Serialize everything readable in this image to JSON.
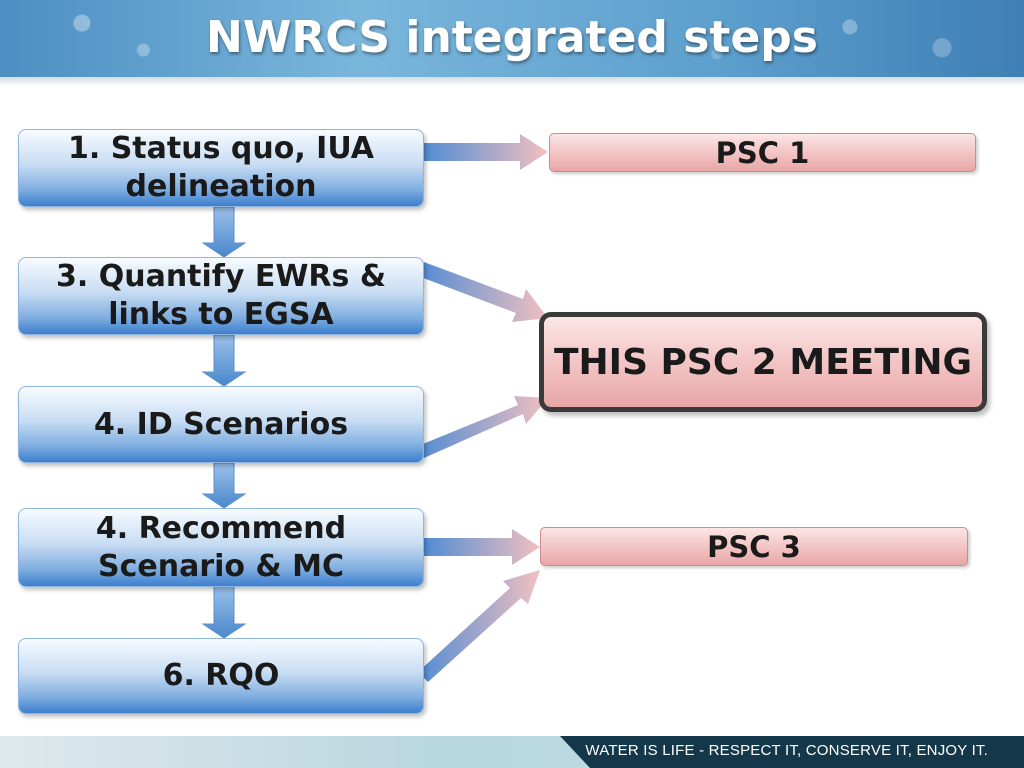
{
  "header": {
    "title": "NWRCS integrated steps"
  },
  "steps": [
    {
      "lines": [
        "1. Status quo, IUA",
        "delineation"
      ]
    },
    {
      "lines": [
        "3. Quantify EWRs &",
        "links to EGSA"
      ]
    },
    {
      "lines": [
        "4. ID Scenarios"
      ]
    },
    {
      "lines": [
        "4. Recommend",
        "Scenario & MC"
      ]
    },
    {
      "lines": [
        "6. RQO"
      ]
    }
  ],
  "meetings": {
    "psc1": "PSC 1",
    "psc2": "THIS PSC 2 MEETING",
    "psc3": "PSC 3"
  },
  "footer": {
    "slogan": "WATER IS LIFE - RESPECT IT, CONSERVE IT, ENJOY IT."
  },
  "colors": {
    "step_blue": "#3d7fcf",
    "psc_pink": "#f2c2c2",
    "footer_dark": "#14384a"
  }
}
